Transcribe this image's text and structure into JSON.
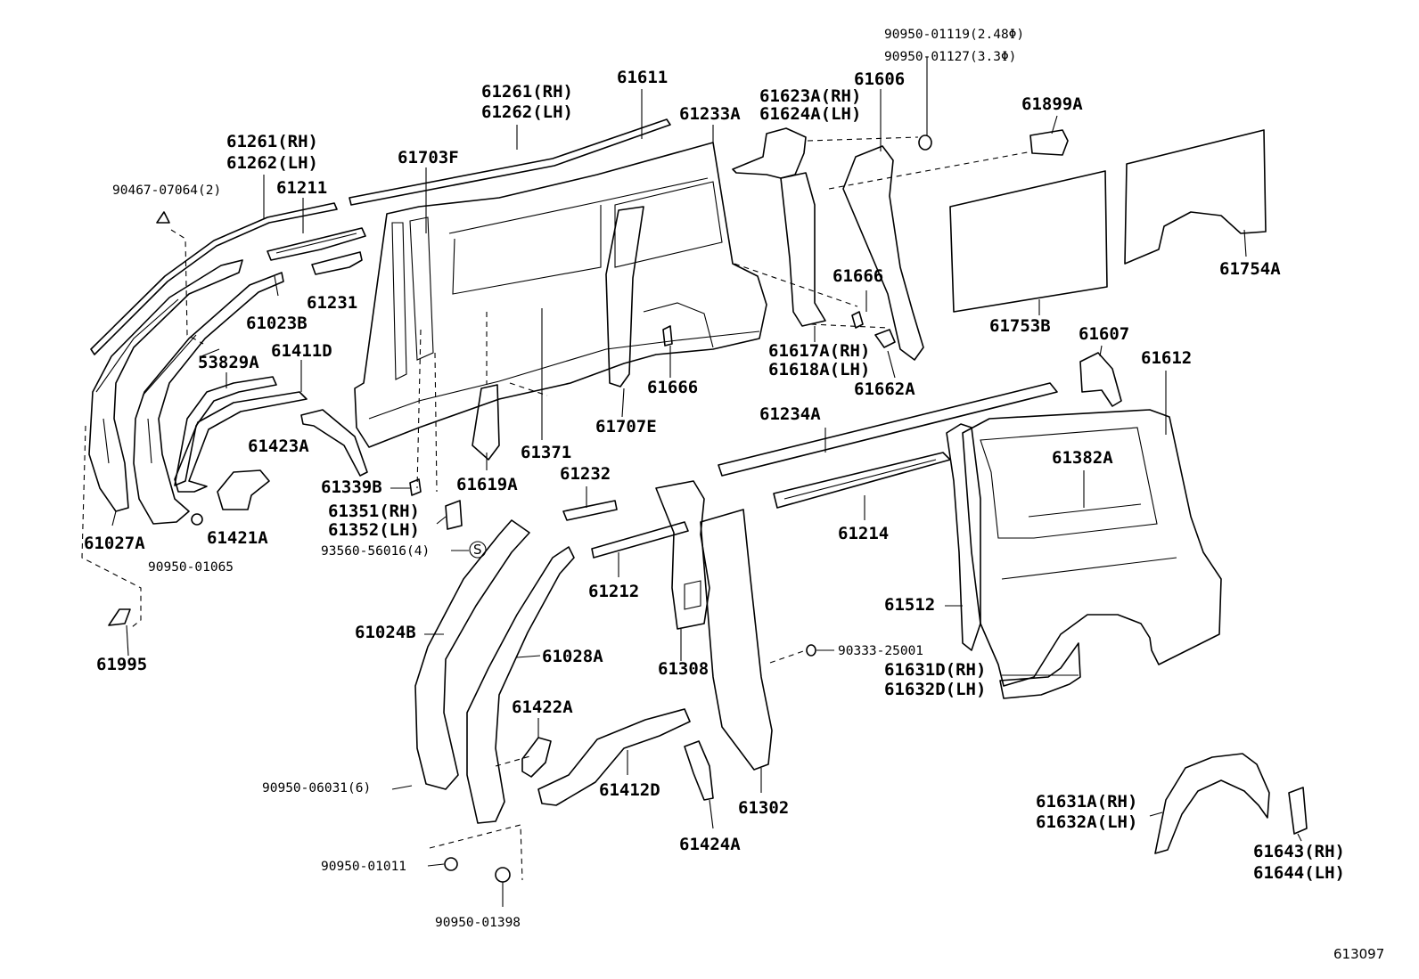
{
  "diagram": {
    "reference_number": "613097",
    "labels": {
      "p61261_rh_left": "61261(RH)",
      "p61262_lh_left": "61262(LH)",
      "p90467": "90467-07064(2)",
      "p61211": "61211",
      "p61231": "61231",
      "p61023b": "61023B",
      "p53829a": "53829A",
      "p61411d": "61411D",
      "p61423a": "61423A",
      "p61027a": "61027A",
      "p61421a": "61421A",
      "p90950_01065": "90950-01065",
      "p61995": "61995",
      "p61261_rh_top": "61261(RH)",
      "p61262_lh_top": "61262(LH)",
      "p61611": "61611",
      "p61703f": "61703F",
      "p61233a": "61233A",
      "p61623a": "61623A(RH)",
      "p61624a": "61624A(LH)",
      "p61606": "61606",
      "p90950_01119": "90950-01119(2.48Φ)",
      "p90950_01127": "90950-01127(3.3Φ)",
      "p61899a": "61899A",
      "p61754a": "61754A",
      "p61753b": "61753B",
      "p61666_right": "61666",
      "p61666_mid": "61666",
      "p61617a": "61617A(RH)",
      "p61618a": "61618A(LH)",
      "p61662a": "61662A",
      "p61607": "61607",
      "p61612": "61612",
      "p61707e": "61707E",
      "p61371": "61371",
      "p61619a": "61619A",
      "p61339b": "61339B",
      "p61351": "61351(RH)",
      "p61352": "61352(LH)",
      "p93560": "93560-56016(4)",
      "p61232": "61232",
      "p61234a": "61234A",
      "p61382a": "61382A",
      "p61214": "61214",
      "p61212": "61212",
      "p61512": "61512",
      "p61024b": "61024B",
      "p61028a": "61028A",
      "p61308": "61308",
      "p90333": "90333-25001",
      "p61631d": "61631D(RH)",
      "p61632d": "61632D(LH)",
      "p61422a": "61422A",
      "p90950_06031": "90950-06031(6)",
      "p61412d": "61412D",
      "p61302": "61302",
      "p61424a": "61424A",
      "p90950_01011": "90950-01011",
      "p90950_01398": "90950-01398",
      "p61631a": "61631A(RH)",
      "p61632a": "61632A(LH)",
      "p61643": "61643(RH)",
      "p61644": "61644(LH)",
      "screw_symbol": "S"
    }
  }
}
